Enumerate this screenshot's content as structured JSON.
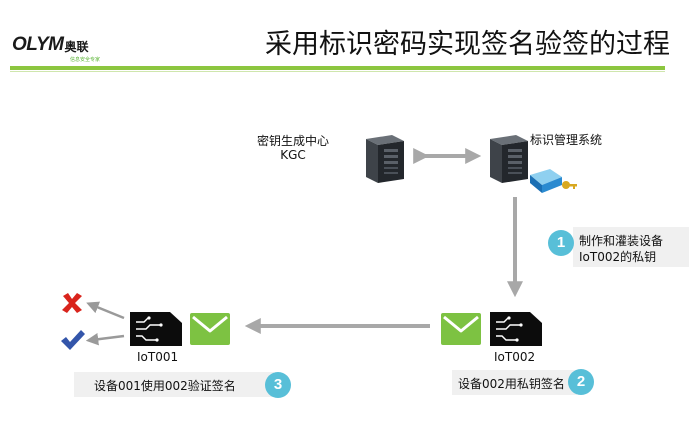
{
  "header": {
    "logo_text": "OLYM",
    "logo_cn": "奥联",
    "logo_tagline": "信息安全专家",
    "title": "采用标识密码实现签名验签的过程"
  },
  "nodes": {
    "kgc_label_line1": "密钥生成中心",
    "kgc_label_line2": "KGC",
    "ims_label": "标识管理系统",
    "device1_label": "IoT001",
    "device2_label": "IoT002"
  },
  "steps": [
    {
      "number": "1",
      "line1": "制作和灌装设备",
      "line2": "IoT002的私钥"
    },
    {
      "number": "2",
      "text": "设备002用私钥签名"
    },
    {
      "number": "3",
      "text": "设备001使用002验证签名"
    }
  ],
  "colors": {
    "accent_green": "#8cc63f",
    "badge_blue": "#58bfd8",
    "envelope_green": "#7dc242",
    "arrow_gray": "#a8a8a8",
    "fail_red": "#d9241c",
    "ok_blue": "#3355aa"
  },
  "icons": {
    "server": "server-icon",
    "key_card": "key-card-icon",
    "device": "iot-device-icon",
    "envelope": "message-envelope-icon",
    "fail": "cross-mark-icon",
    "success": "check-mark-icon"
  }
}
